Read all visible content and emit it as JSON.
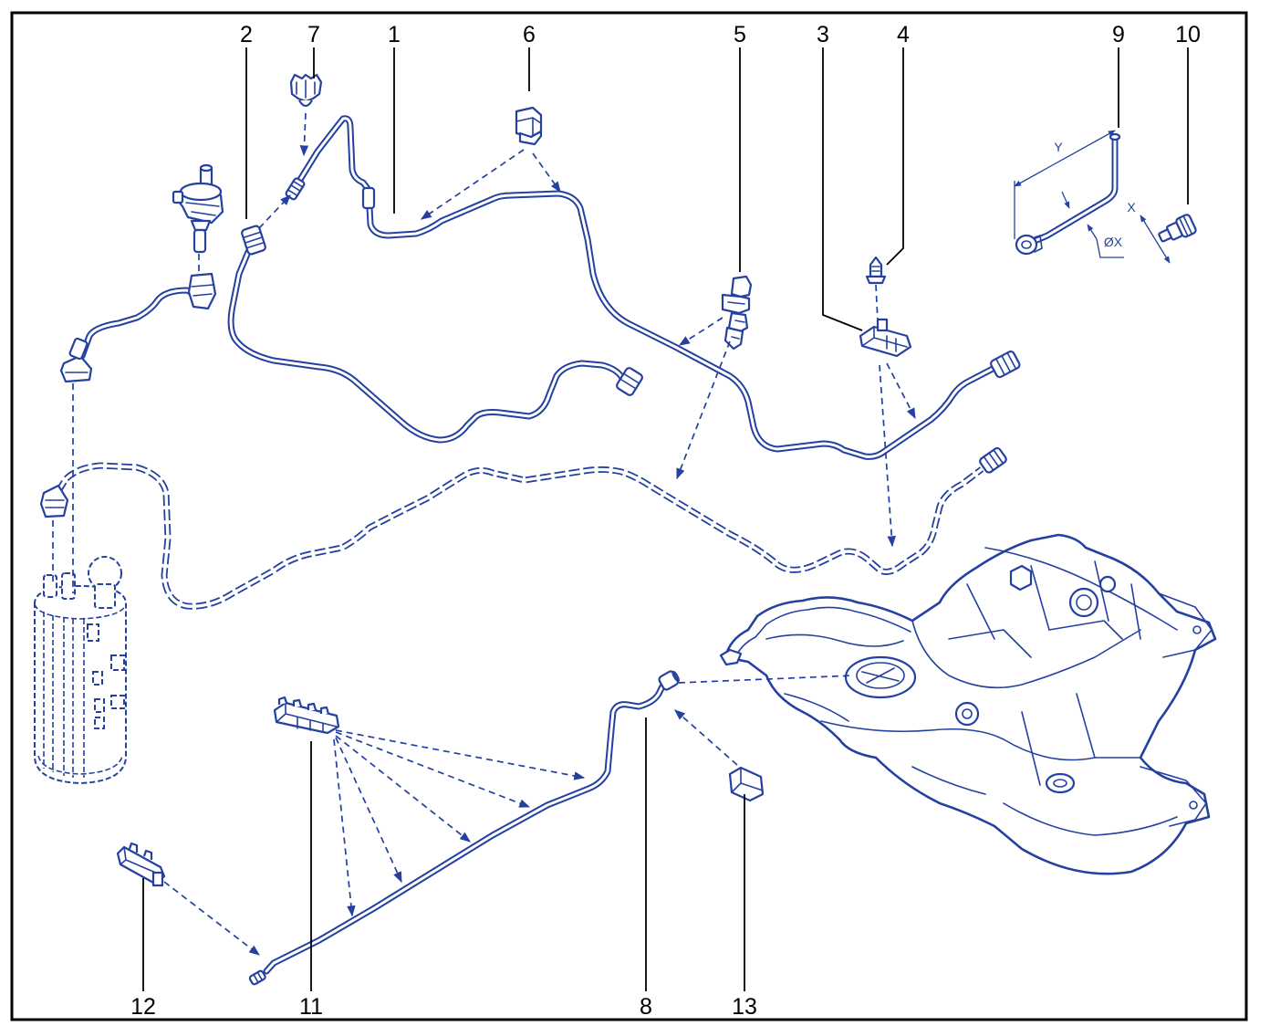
{
  "callouts": {
    "n1": "1",
    "n2": "2",
    "n3": "3",
    "n4": "4",
    "n5": "5",
    "n6": "6",
    "n7": "7",
    "n8": "8",
    "n9": "9",
    "n10": "10",
    "n11": "11",
    "n12": "12",
    "n13": "13"
  },
  "dimension_labels": {
    "length": "Y",
    "width": "X",
    "diameter": "ØX"
  },
  "colors": {
    "drawing": "#2440a0",
    "frame": "#000000",
    "callout_text": "#000000"
  }
}
